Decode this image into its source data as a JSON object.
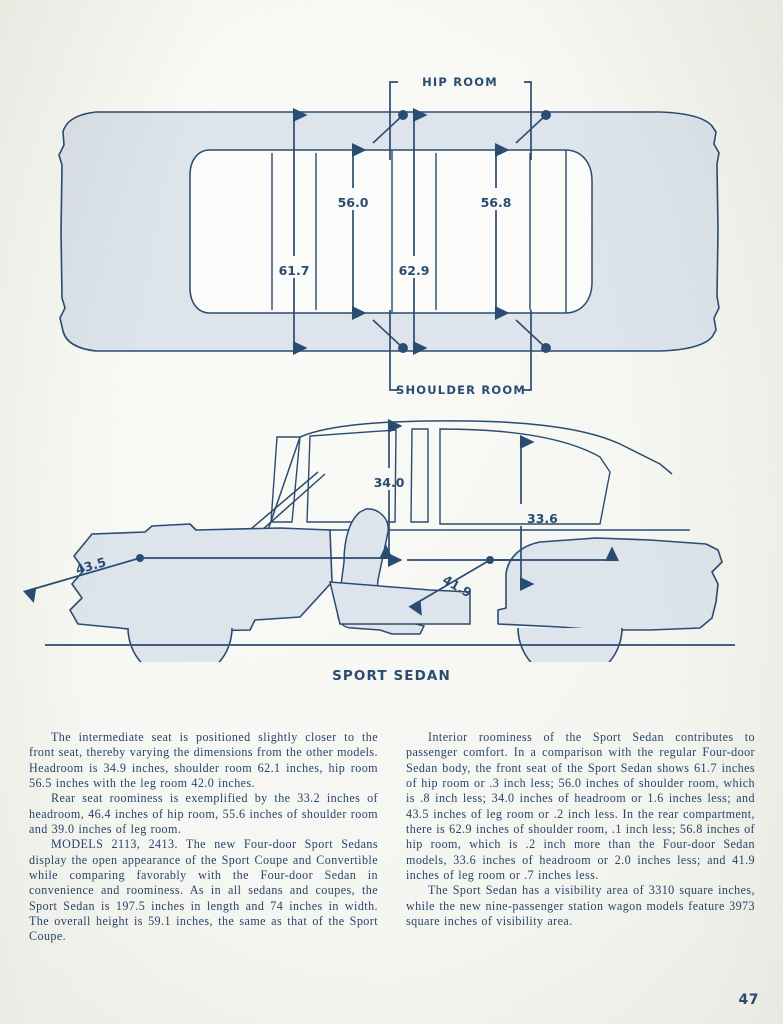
{
  "page": {
    "number": "47",
    "caption": "SPORT SEDAN",
    "ink_color": "#2b4c72",
    "body_fill_color": "#dde4ec",
    "paper_color": "#f6f6f2"
  },
  "top_view": {
    "callouts": {
      "hip_room": "HIP ROOM",
      "shoulder_room": "SHOULDER ROOM"
    },
    "dimensions": {
      "front_shoulder": "56.0",
      "rear_shoulder": "56.8",
      "front_hip": "61.7",
      "rear_hip": "62.9"
    }
  },
  "side_view": {
    "dimensions": {
      "front_headroom": "34.0",
      "rear_headroom": "33.6",
      "front_legroom": "43.5",
      "rear_legroom": "41.9"
    }
  },
  "text": {
    "left": [
      "The intermediate seat is positioned slightly closer to the front seat, thereby varying the dimensions from the other models.  Headroom is 34.9 inches, shoulder room 62.1 inches, hip room 56.5 inches with the leg room 42.0 inches.",
      "Rear seat roominess is exemplified by the 33.2 inches of headroom, 46.4 inches of hip room, 55.6 inches of shoulder room and 39.0 inches of leg room.",
      "MODELS 2113, 2413.  The new Four-door Sport Sedans display the open appearance of the Sport Coupe and Convertible while comparing favorably with the Four-door Sedan in convenience and roominess.  As in all sedans and coupes, the Sport Sedan is 197.5 inches in length and 74 inches in width. The overall height is 59.1 inches, the same as that of the Sport Coupe."
    ],
    "right": [
      "Interior roominess of the Sport Sedan contributes to passenger comfort.  In a comparison with the regular Four-door Sedan body, the front seat of the Sport Sedan shows 61.7 inches of hip room or .3 inch less; 56.0 inches of shoulder room, which is .8 inch less; 34.0 inches of headroom or 1.6 inches less; and 43.5 inches of leg room or .2 inch less. In the rear compartment, there is 62.9 inches of shoulder room, .1 inch less; 56.8 inches of hip room, which is .2 inch more than the Four-door Sedan models, 33.6 inches of headroom or 2.0 inches less; and 41.9 inches of leg room or .7 inches less.",
      "The Sport Sedan has a visibility area of 3310 square inches, while the new nine-passenger station wagon models feature 3973 square inches of visibility area."
    ]
  }
}
